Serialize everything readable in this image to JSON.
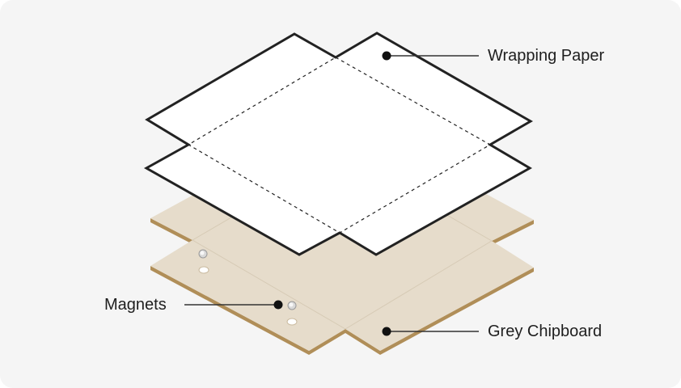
{
  "labels": {
    "wrapping_paper": "Wrapping Paper",
    "grey_chipboard": "Grey Chipboard",
    "magnets": "Magnets"
  },
  "colors": {
    "background": "#f5f5f5",
    "paper_fill": "#ffffff",
    "paper_outline": "#222222",
    "chipboard_top": "#e6dccb",
    "chipboard_edge": "#b08e58",
    "leader_line": "#333333"
  }
}
